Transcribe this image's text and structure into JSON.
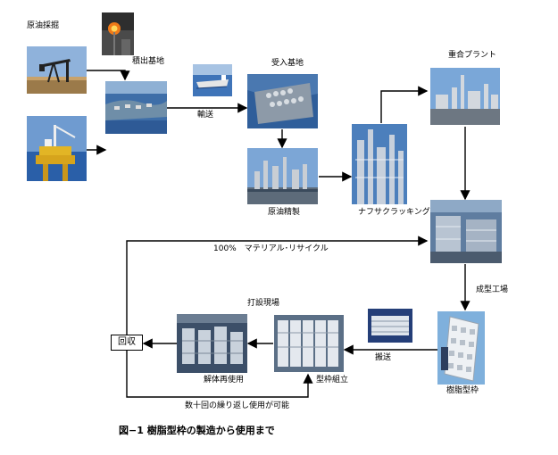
{
  "labels": {
    "crude_mining": "原油採掘",
    "export_base": "積出基地",
    "transport": "輸送",
    "receiving_base": "受入基地",
    "polymer_plant": "重合プラント",
    "crude_refining": "原油精製",
    "naphtha_cracking": "ナフサクラッキング",
    "recycle_100": "100%　マテリアル･リサイクル",
    "molding_plant": "成型工場",
    "construction_site": "打設現場",
    "reuse": "解体再使用",
    "carry": "搬送",
    "frame_assembly": "型枠組立",
    "resin_frame": "樹脂型枠",
    "recovery": "回収",
    "repeated_use": "数十回の繰り返し使用が可能"
  },
  "caption": "図−1 樹脂型枠の製造から使用まで",
  "colors": {
    "sky": "#7fa7d6",
    "sea": "#2a5fa8",
    "industrial": "#4a6ea0",
    "steel": "#9aa8b8"
  }
}
